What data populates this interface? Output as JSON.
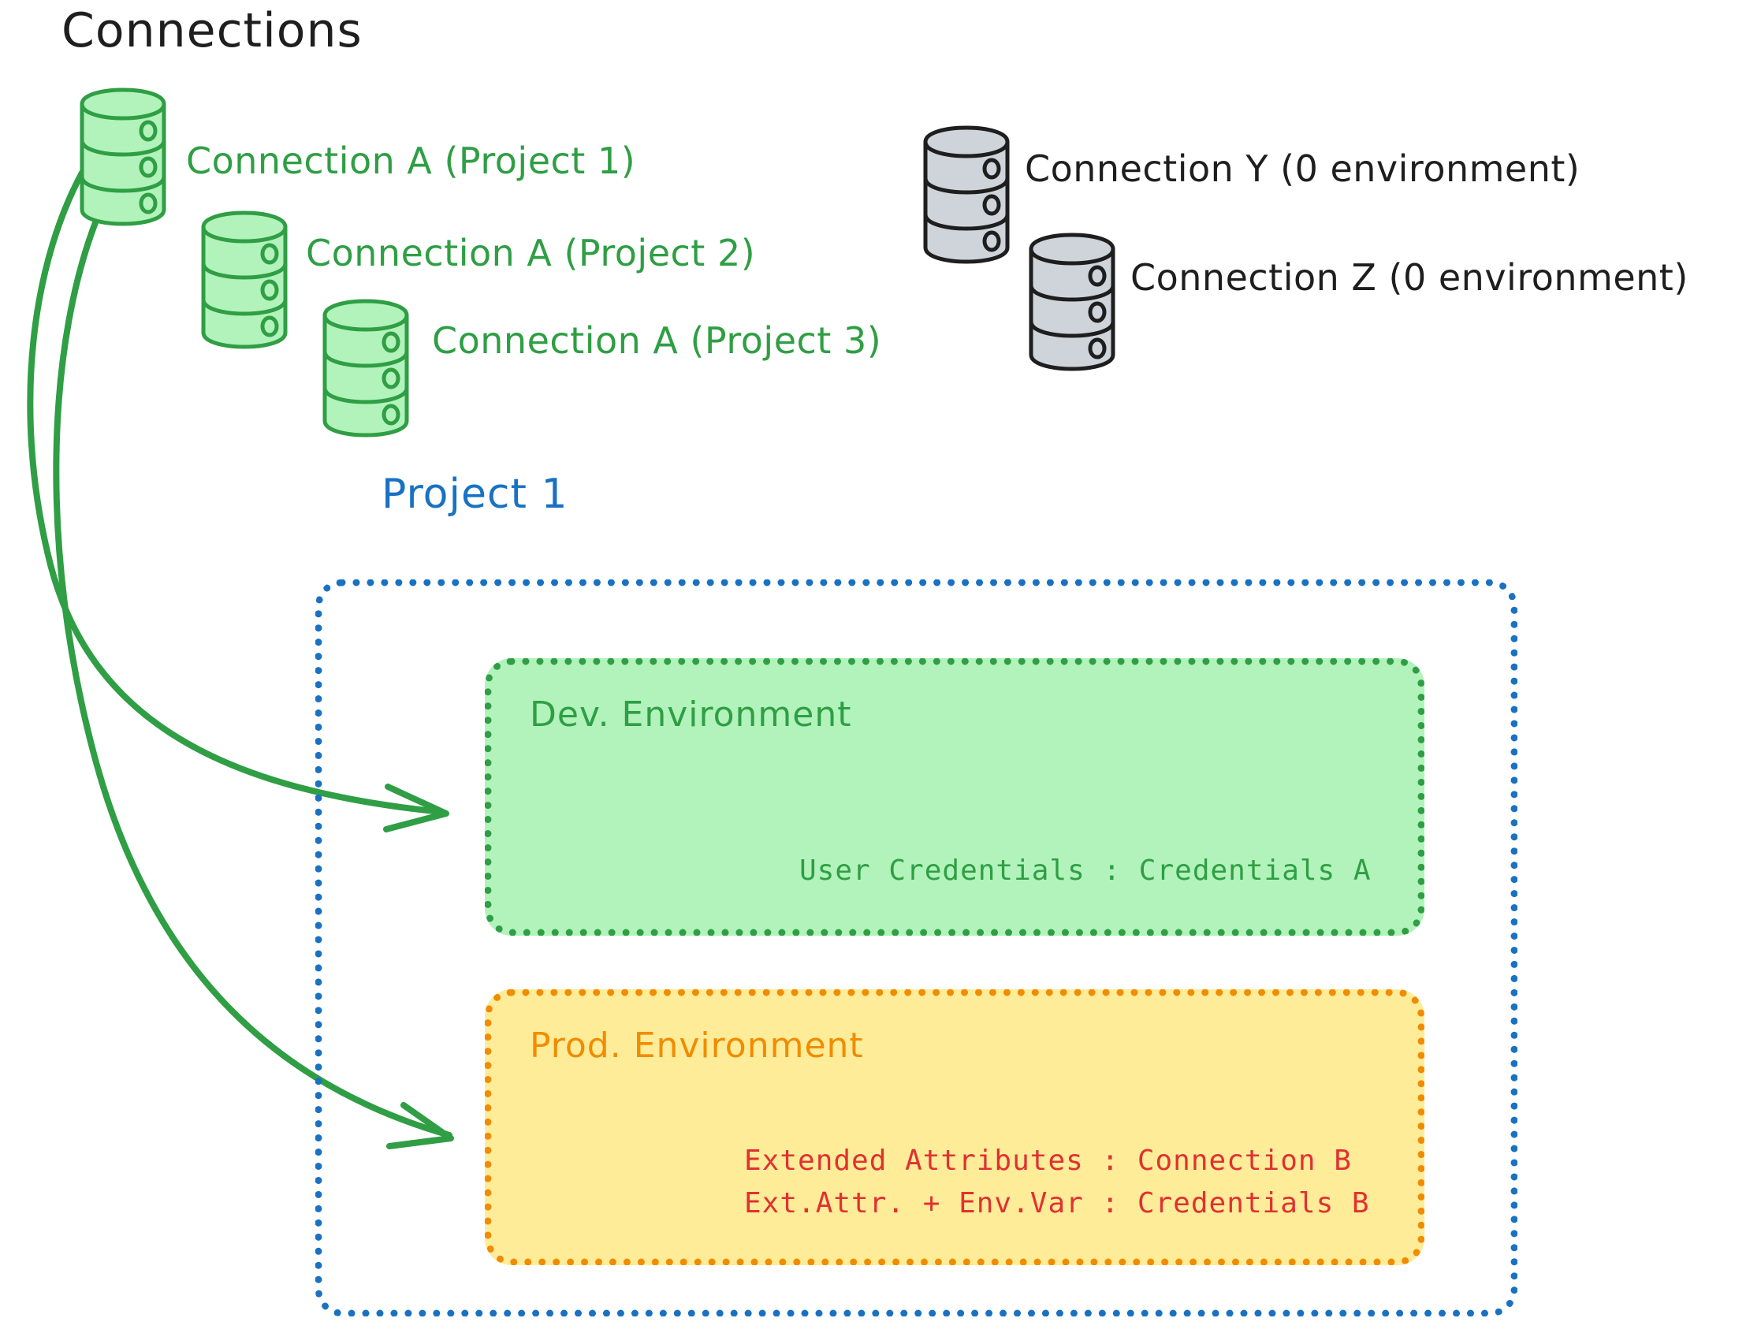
{
  "diagram": {
    "title": "Connections",
    "connections": [
      {
        "id": "conn-a-p1",
        "label": "Connection A (Project 1)",
        "color": "#2f9e44",
        "fill": "#b2f2bb"
      },
      {
        "id": "conn-a-p2",
        "label": "Connection A (Project 2)",
        "color": "#2f9e44",
        "fill": "#b2f2bb"
      },
      {
        "id": "conn-a-p3",
        "label": "Connection A (Project 3)",
        "color": "#2f9e44",
        "fill": "#b2f2bb"
      },
      {
        "id": "conn-y",
        "label": "Connection Y (0 environment)",
        "color": "#1e1e1e",
        "fill": "#ced4da"
      },
      {
        "id": "conn-z",
        "label": "Connection Z (0 environment)",
        "color": "#1e1e1e",
        "fill": "#ced4da"
      }
    ],
    "project": {
      "label": "Project 1",
      "color": "#1971c2",
      "environments": [
        {
          "id": "dev",
          "title": "Dev. Environment",
          "border_color": "#2f9e44",
          "fill": "#b2f2bb",
          "text_color": "#2f9e44",
          "lines": [
            "User Credentials : Credentials A"
          ]
        },
        {
          "id": "prod",
          "title": "Prod. Environment",
          "border_color": "#f08c00",
          "fill": "#ffec99",
          "text_color": "#e03131",
          "lines": [
            "Extended Attributes : Connection B",
            "Ext.Attr. + Env.Var : Credentials B"
          ]
        }
      ]
    },
    "arrows": [
      {
        "id": "arrow-to-dev",
        "from": "conn-a-p1",
        "to": "dev",
        "color": "#2f9e44"
      },
      {
        "id": "arrow-to-prod",
        "from": "conn-a-p1",
        "to": "prod",
        "color": "#2f9e44"
      }
    ]
  }
}
